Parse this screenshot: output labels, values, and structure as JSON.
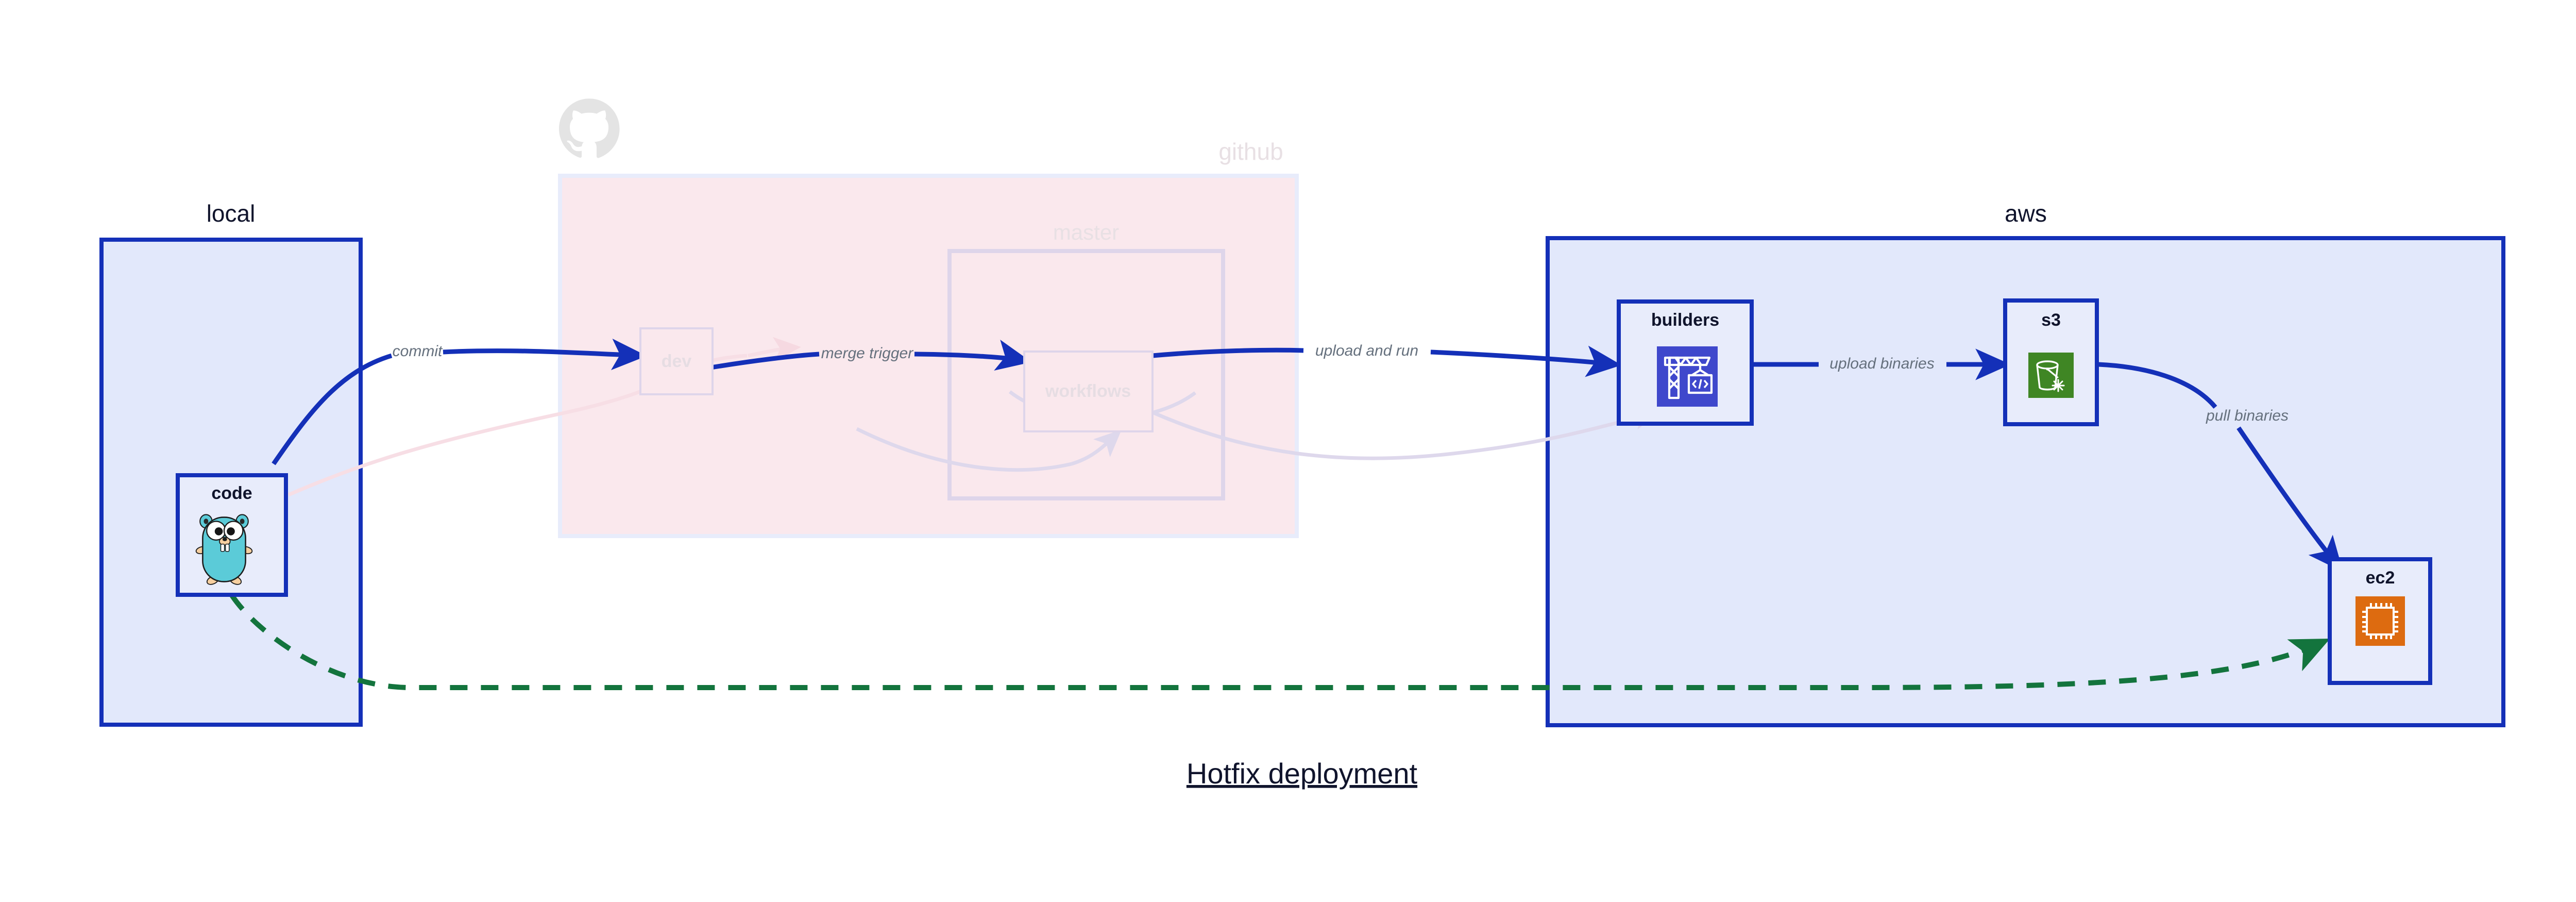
{
  "title": "Hotfix deployment",
  "colors": {
    "edge_blue": "#1430b8",
    "edge_green": "#13743d",
    "node_fill": "#e8ecfb",
    "cluster_local_fill": "#e2e8fb",
    "cluster_local_stroke": "#1430b8",
    "cluster_github_fill": "#fae8ed",
    "cluster_github_stroke": "#e8ecfb",
    "cluster_aws_fill": "#e2e8fb",
    "cluster_aws_stroke": "#1430b8",
    "label_gray": "#65707d",
    "dim_gray": "#e6dde3",
    "octocat_gray": "#e4e4e4",
    "builders_icon": "#3f48cc",
    "s3_icon": "#3f8624",
    "ec2_icon": "#dd6b10",
    "gopher_body": "#5bcbd8"
  },
  "clusters": [
    {
      "id": "local",
      "label": "local",
      "dim": false
    },
    {
      "id": "github",
      "label": "github",
      "dim": true
    },
    {
      "id": "master",
      "label": "master",
      "dim": true
    },
    {
      "id": "aws",
      "label": "aws",
      "dim": false
    }
  ],
  "nodes": [
    {
      "id": "code",
      "label": "code",
      "icon": "golang-gopher-icon",
      "dim": false
    },
    {
      "id": "dev",
      "label": "dev",
      "icon": "none",
      "dim": true
    },
    {
      "id": "workflows",
      "label": "workflows",
      "icon": "none",
      "dim": true
    },
    {
      "id": "builders",
      "label": "builders",
      "icon": "aws-builder-icon",
      "dim": false
    },
    {
      "id": "s3",
      "label": "s3",
      "icon": "aws-s3-glacier-icon",
      "dim": false
    },
    {
      "id": "ec2",
      "label": "ec2",
      "icon": "aws-ec2-icon",
      "dim": false
    }
  ],
  "edges": [
    {
      "id": "code-dev",
      "label": "commit",
      "from": "code",
      "to": "dev",
      "style": "solid-blue"
    },
    {
      "id": "dev-workflows",
      "label": "merge trigger",
      "from": "dev",
      "to": "workflows",
      "style": "solid-blue"
    },
    {
      "id": "wf-builders",
      "label": "upload and run",
      "from": "workflows",
      "to": "builders",
      "style": "solid-blue"
    },
    {
      "id": "builders-s3",
      "label": "upload binaries",
      "from": "builders",
      "to": "s3",
      "style": "solid-blue"
    },
    {
      "id": "s3-ec2",
      "label": "pull binaries",
      "from": "s3",
      "to": "ec2",
      "style": "solid-blue"
    },
    {
      "id": "code-ec2-hotfix",
      "label": "",
      "from": "code",
      "to": "ec2",
      "style": "dashed-green"
    }
  ]
}
